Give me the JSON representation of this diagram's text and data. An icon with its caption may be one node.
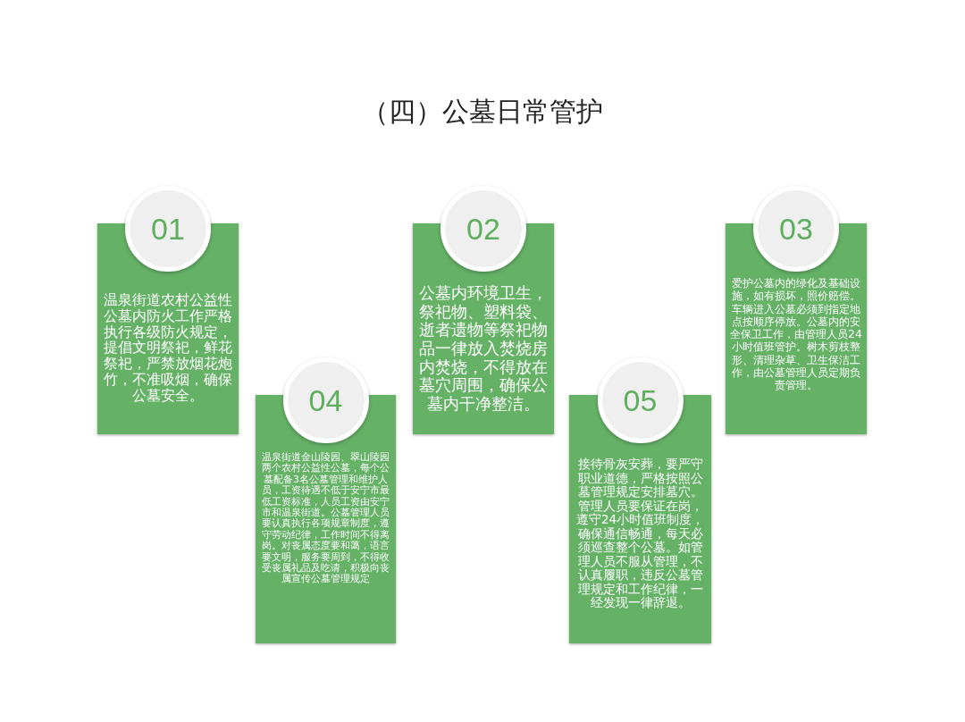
{
  "diagram": {
    "title": "（四）公墓日常管护",
    "nodes": [
      {
        "text": [
          "01",
          "温泉街道农村公益性公墓内防火工作严格执行各级防火规定，提倡文明祭祀，鲜花祭祀，严禁放烟花炮竹，不准吸烟，确保公墓安全。"
        ]
      },
      {
        "text": [
          "04",
          "温泉街道金山陵园、翠山陵园两个农村公益性公墓，每个公墓配备3名公墓管理和维护人员，工资待遇不低于安宁市最低工资标准，人员工资由安宁市和温泉街道。公墓管理人员要认真执行各项规章制度，遵守劳动纪律，工作时间不得离岗。对丧属态度要和蔼，语言要文明，服务要周到，不得收受丧属礼品及吃请，积极向丧属宣传公墓管理规定"
        ]
      },
      {
        "text": [
          "02",
          "公墓内环境卫生，祭祀物、塑料袋、逝者遗物等祭祀物品一律放入焚烧房内焚烧，不得放在墓穴周围，确保公墓内干净整洁。"
        ]
      },
      {
        "text": [
          "05",
          "接待骨灰安葬，要严守职业道德，严格按照公墓管理规定安排墓穴。管理人员要保证在岗，遵守24小时值班制度，确保通信畅通，每天必须巡查整个公墓。如管理人员不服从管理，不认真履职，违反公墓管理规定和工作纪律，一经发现一律辞退。"
        ]
      },
      {
        "text": [
          "03",
          "爱护公墓内的绿化及基础设施，如有损坏，照价赔偿。车辆进入公墓必须到指定地点按顺序停放。公墓内的安全保卫工作，由管理人员24小时值班管护。树木剪枝整形、清理杂草、卫生保洁工作，由公墓管理人员定期负责管理。"
        ]
      }
    ]
  }
}
